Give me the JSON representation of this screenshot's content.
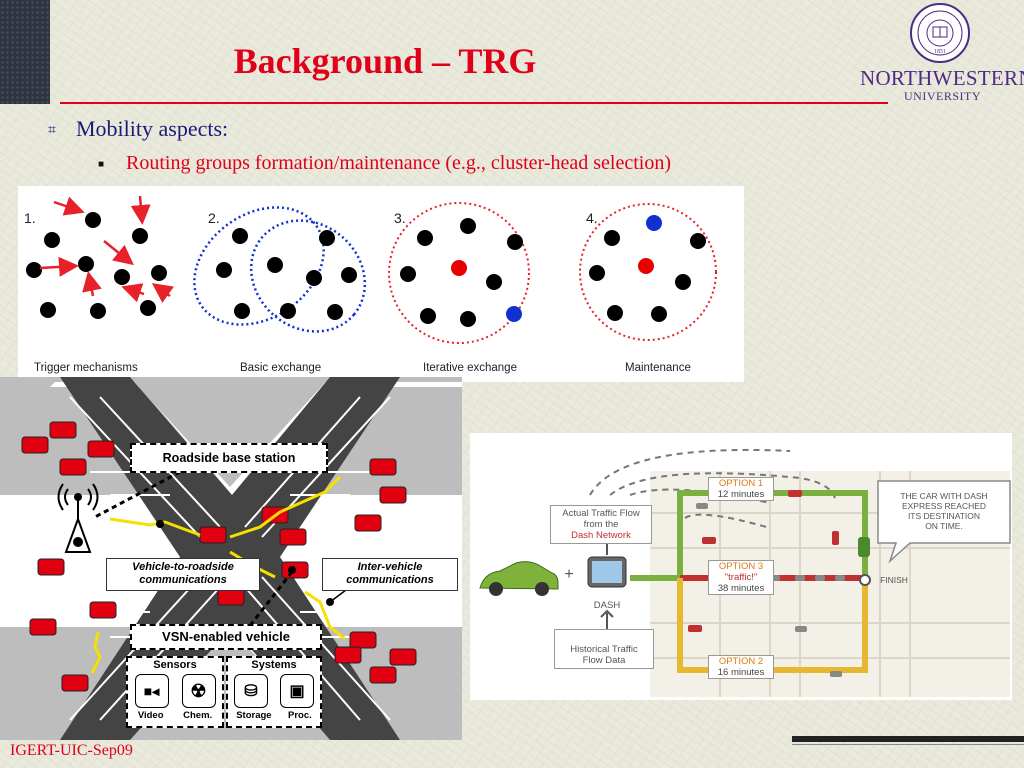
{
  "slide": {
    "title": "Background  –  TRG",
    "bullet1": "Mobility aspects:",
    "bullet2": "Routing groups formation/maintenance (e.g., cluster-head selection)",
    "footer": "IGERT-UIC-Sep09"
  },
  "logo": {
    "name": "NORTHWESTERN",
    "sub": "UNIVERSITY",
    "seal_year": "1851"
  },
  "panel1": {
    "steps": [
      {
        "num": "1.",
        "label": "Trigger mechanisms"
      },
      {
        "num": "2.",
        "label": "Basic exchange"
      },
      {
        "num": "3.",
        "label": "Iterative exchange"
      },
      {
        "num": "4.",
        "label": "Maintenance"
      }
    ]
  },
  "panel2": {
    "roadside": "Roadside base station",
    "v2r": "Vehicle-to-roadside communications",
    "inter": "Inter-vehicle communications",
    "vsn": "VSN-enabled vehicle",
    "sensors": "Sensors",
    "systems": "Systems",
    "video": "Video",
    "chem": "Chem.",
    "storage": "Storage",
    "proc": "Proc."
  },
  "panel3": {
    "actual": [
      "Actual Traffic Flow",
      "from the",
      "Dash Network"
    ],
    "dash": "DASH",
    "hist": [
      "Historical Traffic",
      "Flow Data"
    ],
    "plus": "+",
    "opt1": {
      "name": "OPTION 1",
      "detail": "12 minutes"
    },
    "opt3": {
      "name": "OPTION 3",
      "note": "\"traffic!\"",
      "detail": "38 minutes"
    },
    "opt2": {
      "name": "OPTION 2",
      "detail": "16 minutes"
    },
    "finish": "FINISH",
    "bubble": [
      "THE CAR WITH DASH",
      "EXPRESS REACHED",
      "ITS DESTINATION",
      "ON TIME."
    ]
  },
  "colors": {
    "title": "#e0001a",
    "bullet": "#1b1b7a",
    "purple": "#4e2a84",
    "node_red": "#e60000",
    "node_blue": "#1030d0"
  }
}
